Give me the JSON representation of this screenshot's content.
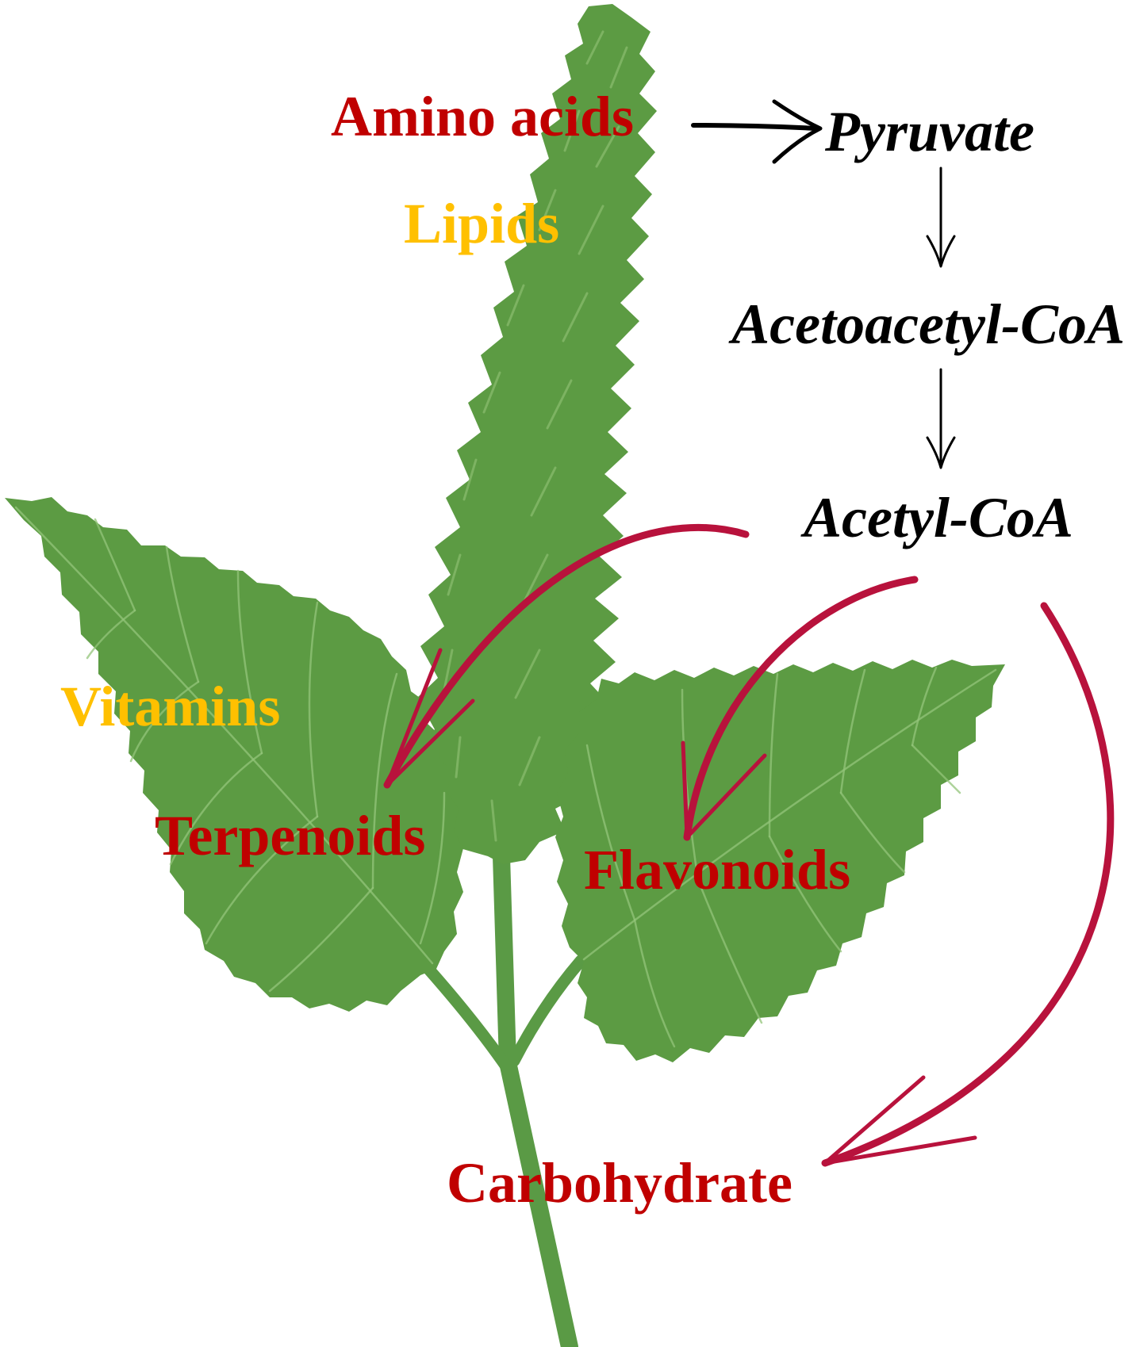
{
  "labels": {
    "amino_acids": "Amino acids",
    "lipids": "Lipids",
    "vitamins": "Vitamins",
    "terpenoids": "Terpenoids",
    "flavonoids": "Flavonoids",
    "carbohydrate": "Carbohydrate"
  },
  "pathway": {
    "pyruvate": "Pyruvate",
    "acetoacetyl_coa": "Acetoacetyl-CoA",
    "acetyl_coa": "Acetyl-CoA"
  },
  "colors": {
    "red_label": "#c00000",
    "gold_label": "#ffc000",
    "pathway_text": "#000000",
    "red_arrow": "#b8123c",
    "plant_green": "#5c9b43",
    "stem_green": "#5a9a45"
  }
}
